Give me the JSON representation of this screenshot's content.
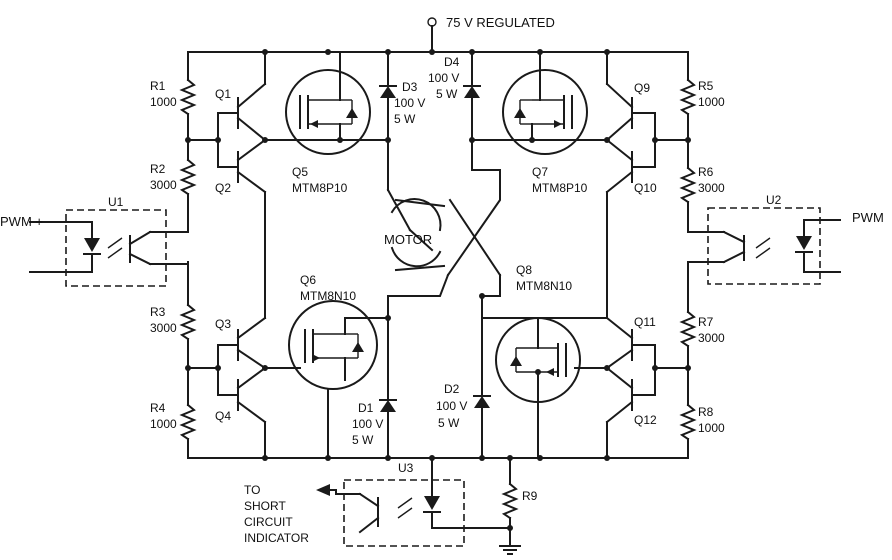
{
  "supply_label": "75 V REGULATED",
  "resistors": {
    "r1": {
      "name": "R1",
      "value": "1000"
    },
    "r2": {
      "name": "R2",
      "value": "3000"
    },
    "r3": {
      "name": "R3",
      "value": "3000"
    },
    "r4": {
      "name": "R4",
      "value": "1000"
    },
    "r5": {
      "name": "R5",
      "value": "1000"
    },
    "r6": {
      "name": "R6",
      "value": "3000"
    },
    "r7": {
      "name": "R7",
      "value": "3000"
    },
    "r8": {
      "name": "R8",
      "value": "1000"
    },
    "r9": {
      "name": "R9"
    }
  },
  "transistors": {
    "q1": "Q1",
    "q2": "Q2",
    "q3": "Q3",
    "q4": "Q4",
    "q9": "Q9",
    "q10": "Q10",
    "q11": "Q11",
    "q12": "Q12"
  },
  "mosfets": {
    "q5": {
      "name": "Q5",
      "part": "MTM8P10"
    },
    "q6": {
      "name": "Q6",
      "part": "MTM8N10"
    },
    "q7": {
      "name": "Q7",
      "part": "MTM8P10"
    },
    "q8": {
      "name": "Q8",
      "part": "MTM8N10"
    }
  },
  "diodes": {
    "d1": {
      "name": "D1",
      "voltage": "100 V",
      "power": "5 W"
    },
    "d2": {
      "name": "D2",
      "voltage": "100 V",
      "power": "5 W"
    },
    "d3": {
      "name": "D3",
      "voltage": "100 V",
      "power": "5 W"
    },
    "d4": {
      "name": "D4",
      "voltage": "100 V",
      "power": "5 W"
    }
  },
  "optocouplers": {
    "u1": "U1",
    "u2": "U2",
    "u3": "U3"
  },
  "inputs": {
    "pwm_plus": "PWM +",
    "pwm": "PWM"
  },
  "motor_label": "MOTOR",
  "short_circuit": [
    "TO",
    "SHORT",
    "CIRCUIT",
    "INDICATOR"
  ]
}
